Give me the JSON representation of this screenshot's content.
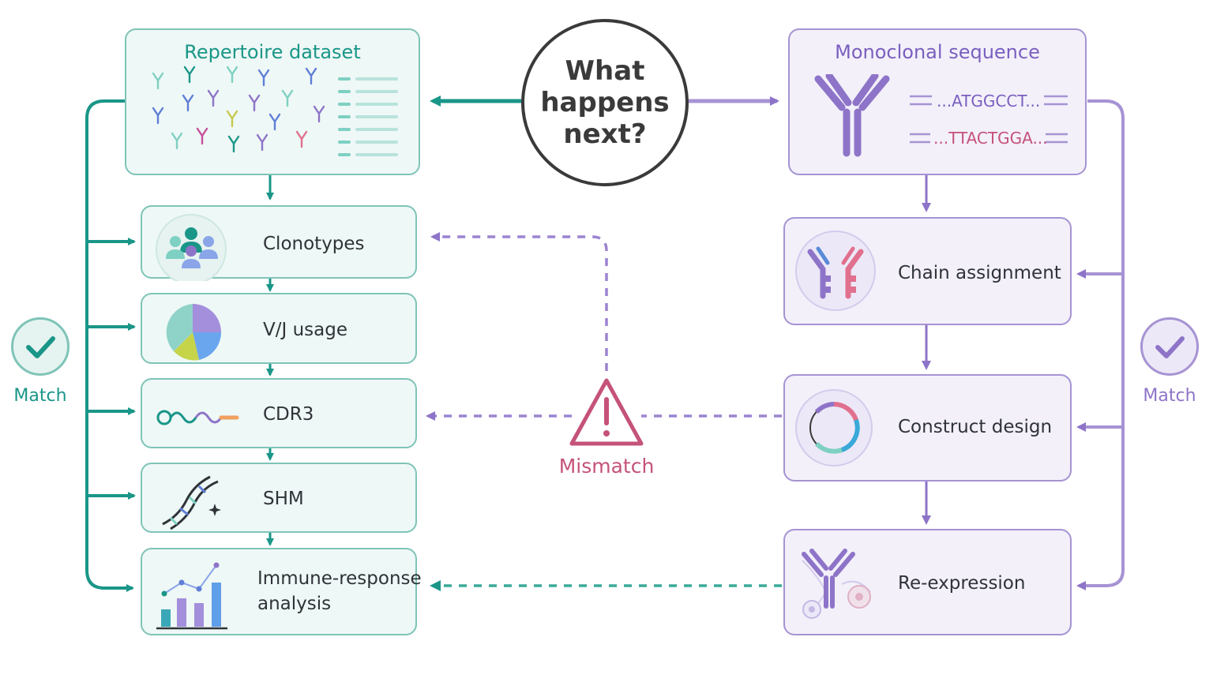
{
  "center": {
    "question": [
      "What",
      "happens",
      "next?"
    ]
  },
  "left": {
    "title": "Repertoire dataset",
    "match_label": "Match",
    "steps": [
      "Clonotypes",
      "V/J usage",
      "CDR3",
      "SHM"
    ],
    "last_step": [
      "Immune-response",
      "analysis"
    ]
  },
  "right": {
    "title": "Monoclonal sequence",
    "seq1": "...ATGGCCT...",
    "seq2": "...TTACTGGA...",
    "match_label": "Match",
    "steps": [
      "Chain assignment",
      "Construct design",
      "Re-expression"
    ]
  },
  "mismatch_label": "Mismatch",
  "colors": {
    "teal": "#1a9688",
    "purple": "#8e74c8",
    "pink": "#c5527a",
    "dark": "#3a3a3a"
  }
}
